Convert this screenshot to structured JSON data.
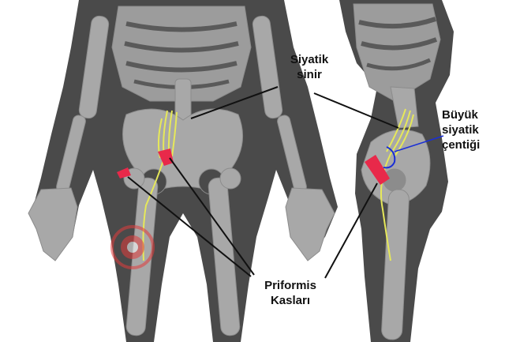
{
  "labels": {
    "sciatic_nerve": [
      "Siyatik",
      "sinir"
    ],
    "greater_sciatic_notch": [
      "Büyük",
      "siyatik",
      "çentiği"
    ],
    "piriformis": [
      "Priformis",
      "Kasları"
    ]
  },
  "colors": {
    "background": "#ffffff",
    "body_silhouette": "#4a4a4a",
    "bone": "#a8a8a8",
    "bone_shadow": "#8c8c8c",
    "nerve": "#e6e85a",
    "muscle": "#e8294a",
    "leader_line": "#111111",
    "notch_marker": "#1a2fd6",
    "watermark": "#e23c3c"
  },
  "icons": {
    "watermark": "watermark-seal-icon"
  }
}
